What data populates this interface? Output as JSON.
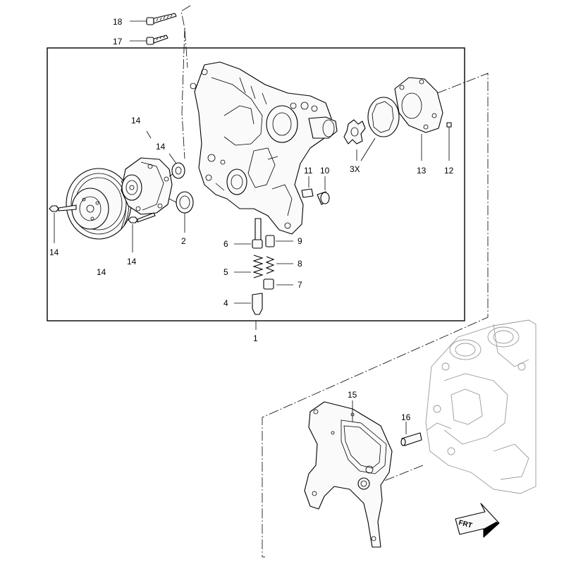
{
  "callouts": [
    {
      "id": "c18",
      "label": "18"
    },
    {
      "id": "c17",
      "label": "17"
    },
    {
      "id": "c14a",
      "label": "14"
    },
    {
      "id": "c14b",
      "label": "14"
    },
    {
      "id": "c14c",
      "label": "14"
    },
    {
      "id": "c14d",
      "label": "14"
    },
    {
      "id": "c14e",
      "label": "14"
    },
    {
      "id": "c2",
      "label": "2"
    },
    {
      "id": "c11",
      "label": "11"
    },
    {
      "id": "c10",
      "label": "10"
    },
    {
      "id": "c3x",
      "label": "3X"
    },
    {
      "id": "c13",
      "label": "13"
    },
    {
      "id": "c12",
      "label": "12"
    },
    {
      "id": "c6",
      "label": "6"
    },
    {
      "id": "c9",
      "label": "9"
    },
    {
      "id": "c5",
      "label": "5"
    },
    {
      "id": "c8",
      "label": "8"
    },
    {
      "id": "c7",
      "label": "7"
    },
    {
      "id": "c4",
      "label": "4"
    },
    {
      "id": "c1",
      "label": "1"
    },
    {
      "id": "c15",
      "label": "15"
    },
    {
      "id": "c16",
      "label": "16"
    }
  ],
  "direction_badge": {
    "label": "FRT",
    "icon": "front-arrow-icon"
  }
}
